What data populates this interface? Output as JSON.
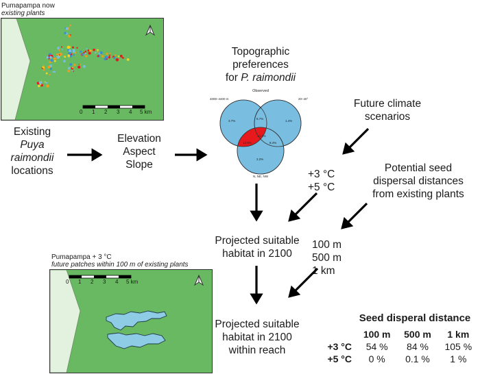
{
  "map_now": {
    "title": "Pumapampa now",
    "subtitle": "existing plants",
    "scale_ticks": [
      "0",
      "1",
      "2",
      "3",
      "4",
      "5 km"
    ]
  },
  "map_future": {
    "title": "Pumapampa + 3 °C",
    "subtitle": "future patches within 100 m of existing plants",
    "scale_ticks": [
      "0",
      "1",
      "2",
      "3",
      "4",
      "5 km"
    ]
  },
  "inputs": {
    "existing_line1": "Existing",
    "existing_line2": "Puya",
    "existing_line3": "raimondii",
    "existing_line4": "locations",
    "vars_line1": "Elevation",
    "vars_line2": "Aspect",
    "vars_line3": "Slope"
  },
  "topo": {
    "title_line1": "Topographic",
    "title_line2": "preferences",
    "title_line3_prefix": "for ",
    "title_line3_species": "P. raimondii",
    "venn": {
      "title": "Observed",
      "label_elevation": "4000–4400 m",
      "label_slope": "20–40°",
      "label_aspect": "N, NE, NW",
      "regions": {
        "elev_only": "3.7%",
        "elev_slope": "6.7%",
        "slope_only": "1.4%",
        "all_three": "14.1%",
        "elev_aspect": "13.9%",
        "slope_aspect": "8.4%",
        "aspect_only": "2.2%"
      }
    }
  },
  "climate": {
    "title_line1": "Future climate",
    "title_line2": "scenarios",
    "value1": "+3 °C",
    "value2": "+5 °C"
  },
  "dispersal": {
    "title_line1": "Potential seed",
    "title_line2": "dispersal distances",
    "title_line3": "from existing plants",
    "value1": "100 m",
    "value2": "500 m",
    "value3": "1 km"
  },
  "outputs": {
    "projected_line1": "Projected suitable",
    "projected_line2": "habitat in 2100",
    "reach_line1": "Projected suitable",
    "reach_line2": "habitat in 2100",
    "reach_line3": "within reach"
  },
  "table": {
    "title": "Seed disperal distance",
    "columns": [
      "100 m",
      "500 m",
      "1 km"
    ],
    "rows": [
      {
        "label": "+3 °C",
        "values": [
          "54 %",
          "84 %",
          "105 %"
        ]
      },
      {
        "label": "+5 °C",
        "values": [
          "0 %",
          "0.1 %",
          "1 %"
        ]
      }
    ]
  },
  "colors": {
    "map_green": "#69b962",
    "map_light": "#e3f2df",
    "venn_blue": "#79bde1",
    "venn_red": "#e8191c",
    "patch_blue": "#8ecbe4"
  }
}
